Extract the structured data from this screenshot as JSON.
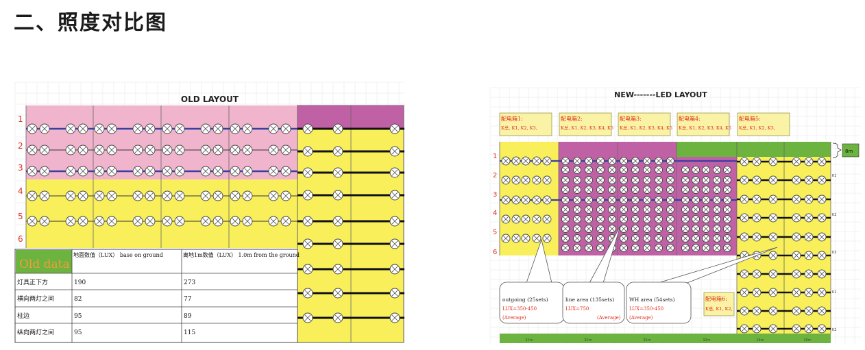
{
  "heading": "二、照度对比图",
  "old_layout": {
    "title": "OLD LAYOUT",
    "row_numbers": [
      "1",
      "2",
      "3",
      "4",
      "5",
      "6"
    ],
    "table": {
      "title_cell": "Old data",
      "header_ground": "地面数值（LUX） base on ground",
      "header_1m": "离地1m数值（LUX） 1.0m from the ground",
      "rows": [
        {
          "label": "灯具正下方",
          "ground": "190",
          "one_m": "273"
        },
        {
          "label": "横向两灯之间",
          "ground": "82",
          "one_m": "77"
        },
        {
          "label": "柱边",
          "ground": "95",
          "one_m": "89"
        },
        {
          "label": "纵向两灯之间",
          "ground": "95",
          "one_m": "115"
        }
      ]
    }
  },
  "new_layout": {
    "title": "NEW-------LED LAYOUT",
    "row_numbers": [
      "1",
      "2",
      "3",
      "4",
      "5",
      "6"
    ],
    "boxes": [
      {
        "title": "配电箱1:",
        "items": "K总, K1, K2, K3,"
      },
      {
        "title": "配电箱2:",
        "items": "K总, K1, K2, K3, K4, K5"
      },
      {
        "title": "配电箱3:",
        "items": "K总, K1, K2, K3, K4, K5"
      },
      {
        "title": "配电箱4:",
        "items": "K总, K1, K2, K3, K4, K5"
      },
      {
        "title": "配电箱5:",
        "items": "K总, K1, K2, K3,"
      }
    ],
    "box6": {
      "title": "配电箱6:",
      "items": "K总, K1, K2,"
    },
    "callouts": [
      {
        "title": "outgoing (25sets)",
        "lux": "LUX=350-450",
        "note": "(Average)"
      },
      {
        "title": "line area (135sets)",
        "lux": "LUX=750",
        "note": "(Average)"
      },
      {
        "title": "WH area (54sets)",
        "lux": "LUX=350-450",
        "note": "(Average)"
      }
    ],
    "side_label": "8m",
    "k_labels": [
      "K1",
      "K2",
      "K3",
      "K1",
      "K2"
    ],
    "bottom_labels": [
      "32m",
      "32m",
      "32m",
      "32m",
      "16m",
      "16m"
    ]
  },
  "colors": {
    "pink": "#f0b4cc",
    "yellow": "#f8ef5a",
    "purple": "#c061a6",
    "green": "#6db33f",
    "blue_line": "#3b3fa0",
    "red_text": "#e0301e"
  }
}
